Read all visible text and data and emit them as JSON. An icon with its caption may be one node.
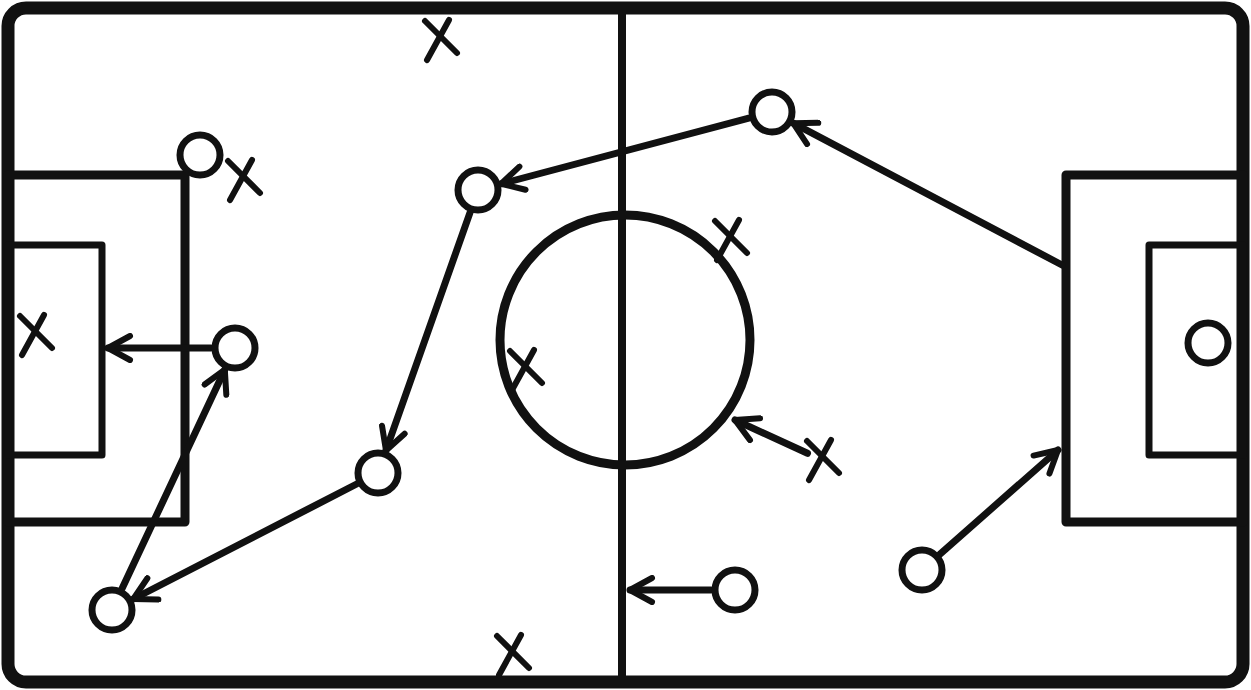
{
  "diagram": {
    "nodes": [
      {
        "text": [],
        "shape": "cross"
      },
      {
        "text": [],
        "shape": "circle"
      },
      {
        "text": [],
        "shape": "circle"
      },
      {
        "text": [],
        "shape": "cross"
      },
      {
        "text": [],
        "shape": "circle"
      },
      {
        "text": [],
        "shape": "cross"
      },
      {
        "text": [],
        "shape": "cross"
      },
      {
        "text": [],
        "shape": "circle"
      },
      {
        "text": [],
        "shape": "circle"
      },
      {
        "text": [],
        "shape": "cross"
      },
      {
        "text": [],
        "shape": "cross"
      },
      {
        "text": [],
        "shape": "circle"
      },
      {
        "text": [],
        "shape": "circle"
      },
      {
        "text": [],
        "shape": "circle"
      },
      {
        "text": [],
        "shape": "circle"
      },
      {
        "text": [],
        "shape": "cross"
      }
    ],
    "edges": [
      {
        "from": null,
        "to": 1,
        "arrow": "to"
      },
      {
        "from": 1,
        "to": 4,
        "arrow": "to"
      },
      {
        "from": 4,
        "to": 11,
        "arrow": "to"
      },
      {
        "from": 11,
        "to": 14,
        "arrow": "to"
      },
      {
        "from": 14,
        "to": 8,
        "arrow": "to"
      },
      {
        "from": 8,
        "to": null,
        "arrow": "to"
      },
      {
        "from": 10,
        "to": null,
        "arrow": "to"
      },
      {
        "from": 13,
        "to": null,
        "arrow": "to"
      },
      {
        "from": 12,
        "to": null,
        "arrow": "to"
      }
    ]
  }
}
